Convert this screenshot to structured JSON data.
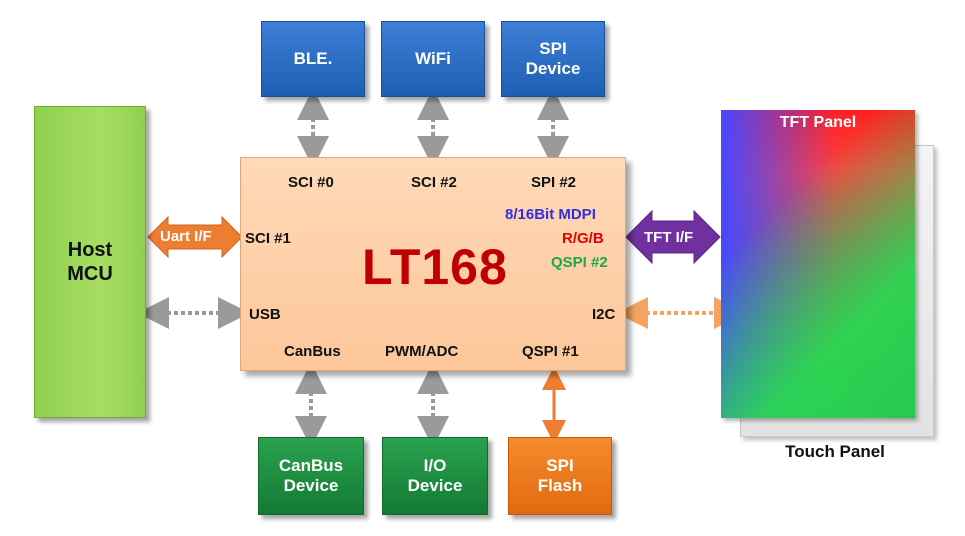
{
  "modules_top": {
    "ble": "BLE.",
    "wifi": "WiFi",
    "spi_device": [
      "SPI",
      "Device"
    ]
  },
  "host": [
    "Host",
    "MCU"
  ],
  "chip": {
    "name": "LT168",
    "sci0": "SCI #0",
    "sci2": "SCI #2",
    "spi2": "SPI #2",
    "sci1": "SCI #1",
    "usb": "USB",
    "canbus": "CanBus",
    "pwm_adc": "PWM/ADC",
    "qspi1": "QSPI #1",
    "mdpi": "8/16Bit MDPI",
    "rgb": "R/G/B",
    "qspi2": "QSPI #2",
    "i2c": "I2C"
  },
  "interfaces": {
    "uart": "Uart I/F",
    "tft_if": "TFT I/F"
  },
  "panel": {
    "tft": "TFT Panel",
    "touch": "Touch Panel"
  },
  "modules_bottom": {
    "canbus_device": [
      "CanBus",
      "Device"
    ],
    "io_device": [
      "I/O",
      "Device"
    ],
    "spi_flash": [
      "SPI",
      "Flash"
    ]
  },
  "colors": {
    "chip_title": "#c00000",
    "mdpi": "#3030e0",
    "rgb": "#e00000",
    "qspi2": "#1aa84a",
    "uart_arrow": "#ed7d31",
    "tft_arrow": "#7030a0",
    "dotted_gray": "#9a9a9a",
    "dotted_orange": "#f4a460"
  }
}
